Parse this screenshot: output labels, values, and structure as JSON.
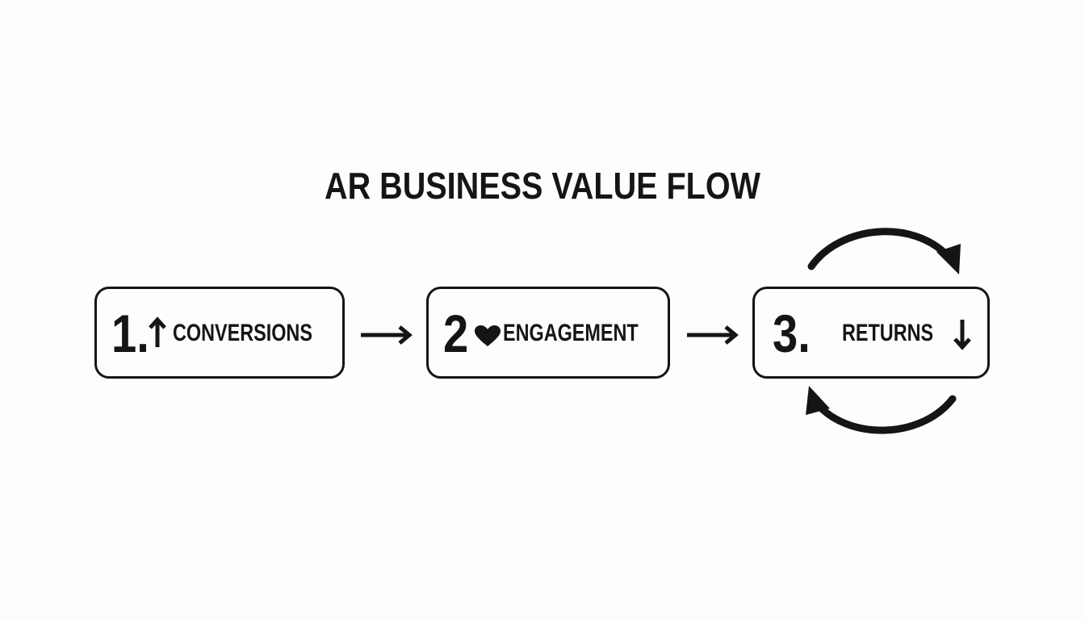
{
  "title": "AR BUSINESS VALUE FLOW",
  "steps": [
    {
      "number": "1.",
      "label": "CONVERSIONS",
      "icon": "arrow-up-icon"
    },
    {
      "number": "2",
      "label": "ENGAGEMENT",
      "icon": "heart-icon"
    },
    {
      "number": "3.",
      "label": "RETURNS",
      "icon": "arrow-down-icon"
    }
  ],
  "connectors": [
    "right-arrow-icon",
    "right-arrow-icon"
  ],
  "cycle_icons": [
    "cycle-arrow-top-icon",
    "cycle-arrow-bottom-icon"
  ],
  "colors": {
    "ink": "#151515",
    "background": "#fdfdfd"
  }
}
